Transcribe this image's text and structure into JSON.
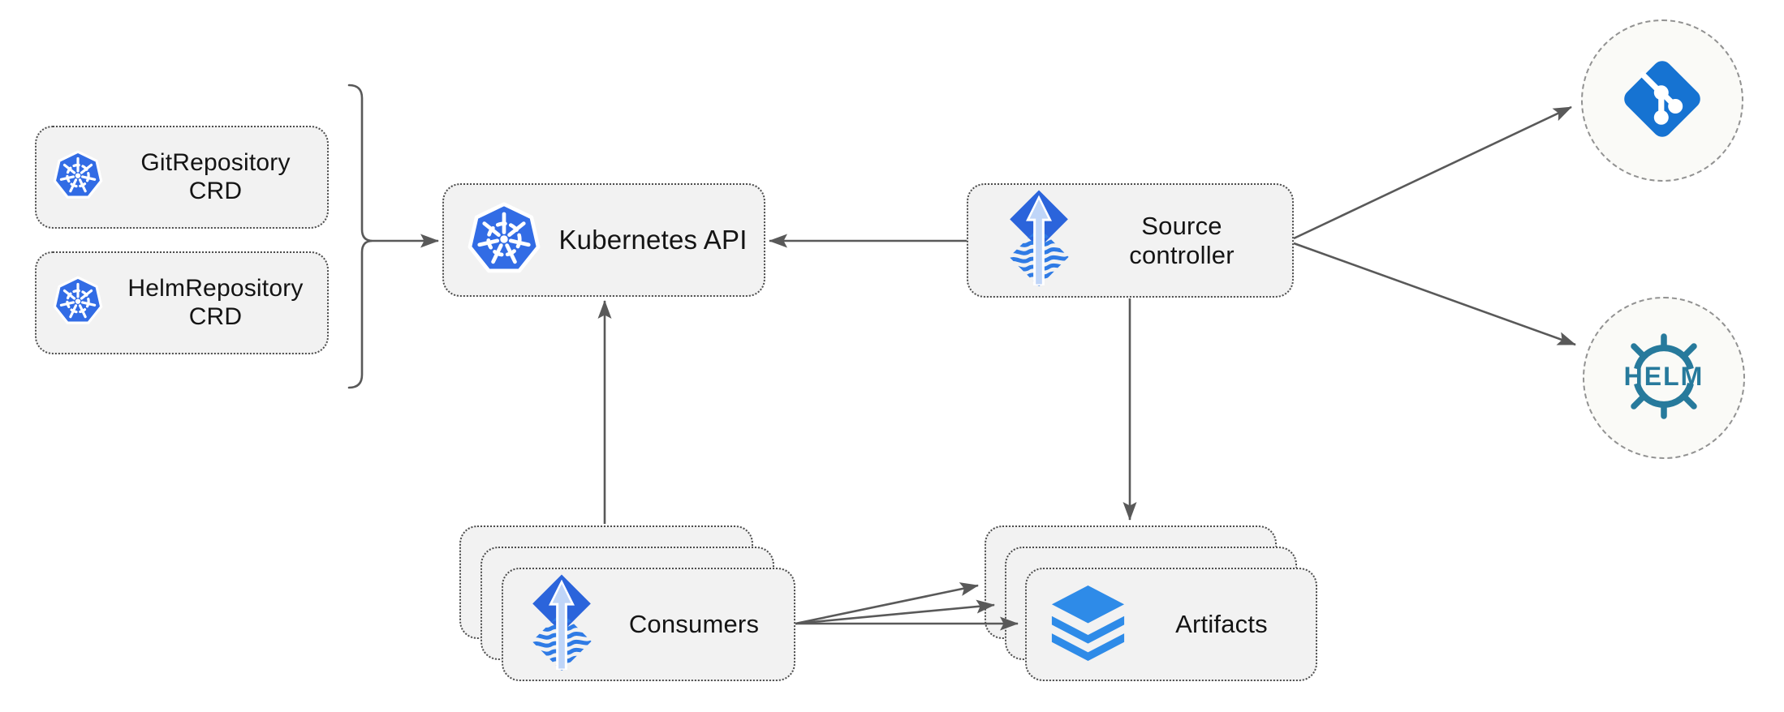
{
  "colors": {
    "background": "#ffffff",
    "node_fill": "#f2f2f2",
    "node_border": "#4d4d4d",
    "connector": "#595959",
    "endpoint_fill": "#fafaf7",
    "endpoint_border": "#929292",
    "kubernetes_blue": "#326ce5",
    "flux_blue": "#2b64db",
    "flux_wave_blue": "#2f7be5",
    "flux_arrow_light": "#bfd5f8",
    "artifacts_blue": "#2e8be8",
    "git_blue": "#1673d2",
    "helm_teal": "#277a9c"
  },
  "nodes": {
    "git_repository_crd": {
      "line1": "GitRepository",
      "line2": "CRD",
      "icon": "kubernetes-icon"
    },
    "helm_repository_crd": {
      "line1": "HelmRepository",
      "line2": "CRD",
      "icon": "kubernetes-icon"
    },
    "kubernetes_api": {
      "label": "Kubernetes API",
      "icon": "kubernetes-icon"
    },
    "source_controller": {
      "line1": "Source",
      "line2": "controller",
      "icon": "flux-icon"
    },
    "consumers": {
      "label": "Consumers",
      "icon": "flux-icon",
      "stack_count": 3
    },
    "artifacts": {
      "label": "Artifacts",
      "icon": "layers-icon",
      "stack_count": 3
    },
    "git_remote": {
      "icon": "git-icon"
    },
    "helm_remote": {
      "icon": "helm-icon",
      "text": "HELM"
    }
  },
  "edges": [
    {
      "from": "crd-group-brace",
      "to": "kubernetes_api"
    },
    {
      "from": "source_controller",
      "to": "kubernetes_api"
    },
    {
      "from": "source_controller",
      "to": "git_remote"
    },
    {
      "from": "source_controller",
      "to": "helm_remote"
    },
    {
      "from": "source_controller",
      "to": "artifacts"
    },
    {
      "from": "consumers",
      "to": "kubernetes_api"
    },
    {
      "from": "consumers",
      "to": "artifacts"
    },
    {
      "from": "consumers",
      "to": "artifacts"
    },
    {
      "from": "consumers",
      "to": "artifacts"
    }
  ]
}
